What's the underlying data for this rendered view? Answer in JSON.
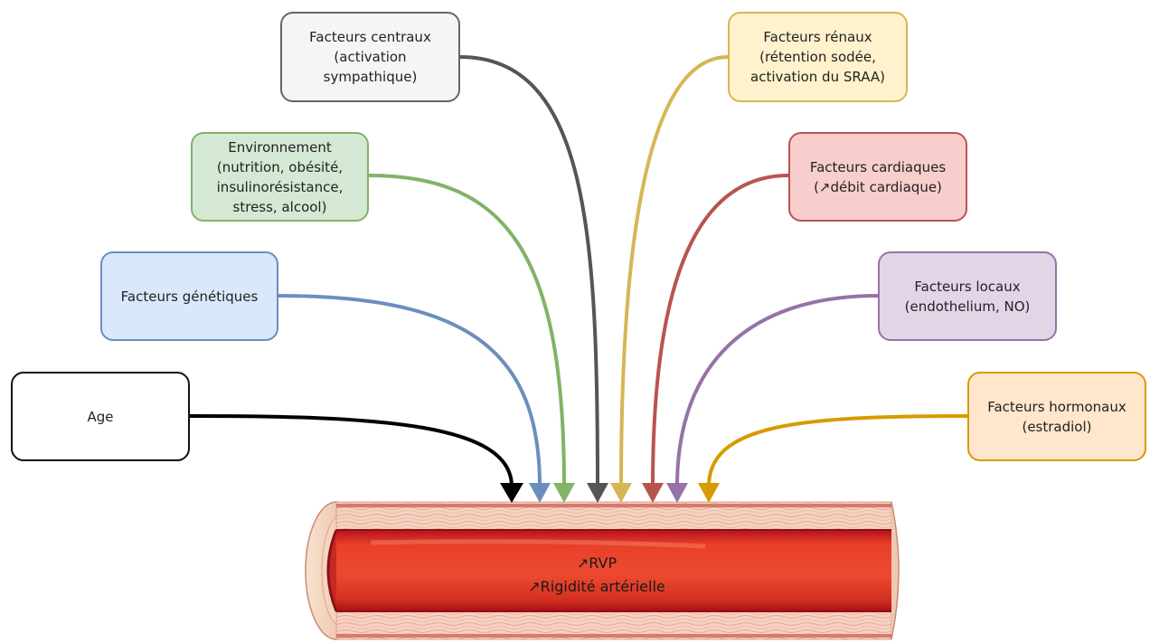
{
  "factors": {
    "age": {
      "label": "Age",
      "fill": "#ffffff",
      "border": "#111111",
      "arrow": "#000000"
    },
    "genetic": {
      "label": "Facteurs génétiques",
      "fill": "#dae8fc",
      "border": "#6c8ebf",
      "arrow": "#6c8ebf"
    },
    "environment": {
      "label": "Environnement\n(nutrition, obésité,\ninsulinorésistance,\nstress, alcool)",
      "fill": "#d5e8d4",
      "border": "#82b366",
      "arrow": "#82b366"
    },
    "central": {
      "label": "Facteurs centraux\n(activation\nsympathique)",
      "fill": "#f5f5f5",
      "border": "#666666",
      "arrow": "#555555"
    },
    "renal": {
      "label": "Facteurs rénaux\n(rétention sodée,\nactivation du SRAA)",
      "fill": "#fff2cc",
      "border": "#d6b656",
      "arrow": "#d6b656"
    },
    "cardiac": {
      "label": "Facteurs cardiaques\n(↗débit cardiaque)",
      "fill": "#f8cecc",
      "border": "#b85450",
      "arrow": "#b85450"
    },
    "local": {
      "label": "Facteurs locaux\n(endothelium, NO)",
      "fill": "#e1d5e7",
      "border": "#9673a6",
      "arrow": "#9673a6"
    },
    "hormonal": {
      "label": "Facteurs hormonaux\n(estradiol)",
      "fill": "#ffe6cc",
      "border": "#d79b00",
      "arrow": "#d79b00"
    }
  },
  "vessel": {
    "line1": "↗RVP",
    "line2": "↗Rigidité artérielle",
    "lumen_color": "#e8402a",
    "wall_color": "#f3c4b4"
  }
}
